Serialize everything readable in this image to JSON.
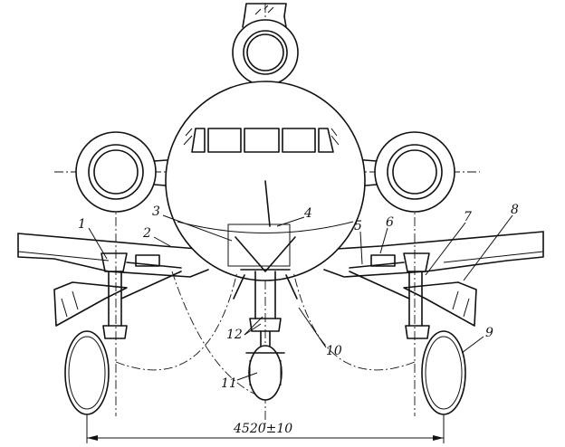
{
  "callouts": {
    "c1": "1",
    "c2": "2",
    "c3": "3",
    "c4": "4",
    "c5": "5",
    "c6": "6",
    "c7": "7",
    "c8": "8",
    "c9": "9",
    "c10": "10",
    "c11": "11",
    "c12": "12"
  },
  "dimension": {
    "track_width": "4520±10"
  },
  "colors": {
    "line": "#111111",
    "background": "#ffffff"
  }
}
